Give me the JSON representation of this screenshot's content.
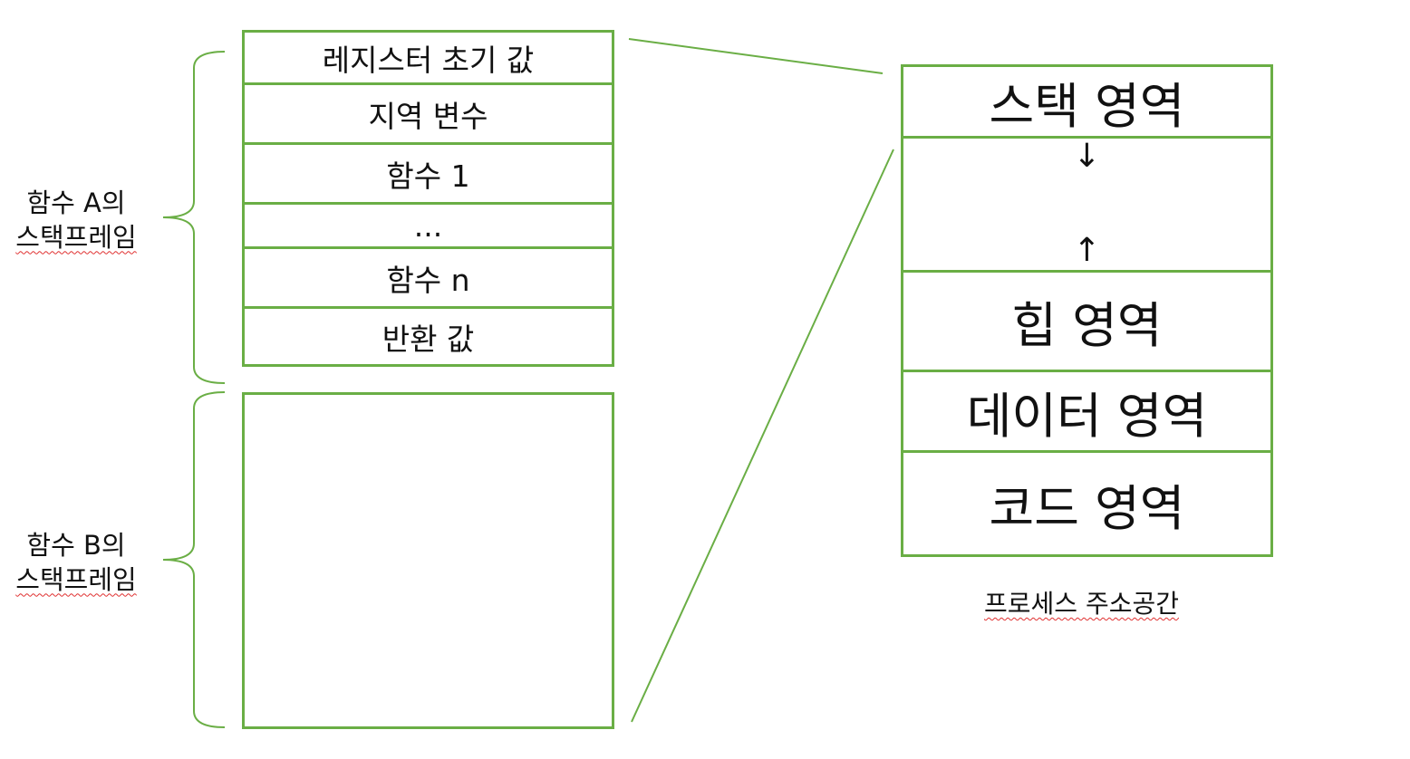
{
  "colors": {
    "box_border": "#6aae45",
    "connector": "#6aae45",
    "text": "#111111",
    "spell_underline": "#e03030"
  },
  "stack_frame_a": {
    "label_line1": "함수 A의",
    "label_line2": "스택프레임",
    "rows": [
      "레지스터 초기 값",
      "지역 변수",
      "함수 1",
      "...",
      "함수 n",
      "반환 값"
    ]
  },
  "stack_frame_b": {
    "label_line1": "함수 B의",
    "label_line2": "스택프레임"
  },
  "process_space": {
    "stack": "스택 영역",
    "stack_arrow": "↓",
    "heap_arrow": "↑",
    "heap": "힙 영역",
    "data": "데이터 영역",
    "code": "코드 영역",
    "caption": "프로세스 주소공간"
  }
}
